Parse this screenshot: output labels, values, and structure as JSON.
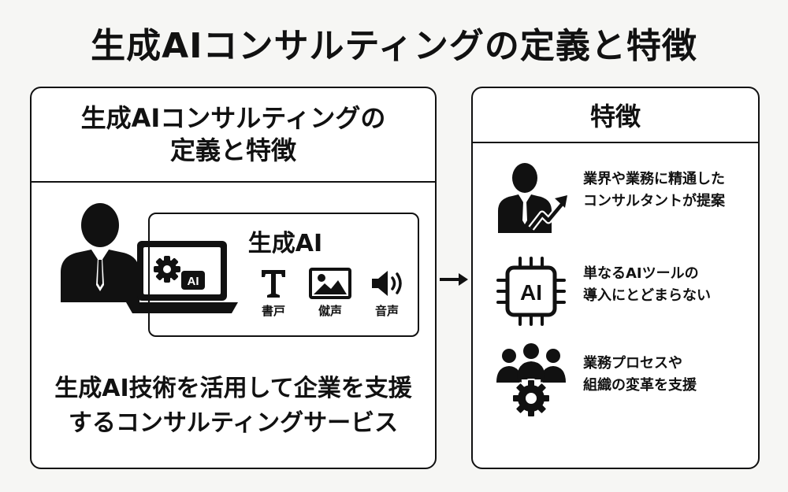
{
  "title": "生成AIコンサルティングの定義と特徴",
  "left_panel": {
    "header": "生成AIコンサルティングの\n定義と特徴",
    "genai_label": "生成AI",
    "laptop_chip": "AI",
    "modalities": [
      {
        "icon": "text-icon",
        "label": "書戸"
      },
      {
        "icon": "image-icon",
        "label": "僦声"
      },
      {
        "icon": "speaker-icon",
        "label": "音声"
      }
    ],
    "description": "生成AI技術を活用して企業を支援\nするコンサルティングサービス"
  },
  "right_panel": {
    "header": "特徴",
    "chip_label": "AI",
    "features": [
      {
        "icon": "consultant-growth-icon",
        "text": "業界や業務に精通した\nコンサルタントが提案"
      },
      {
        "icon": "ai-chip-icon",
        "text": "単なるAIツールの\n導入にとどまらない"
      },
      {
        "icon": "team-gear-icon",
        "text": "業務プロセスや\n組織の変革を支援"
      }
    ]
  },
  "colors": {
    "ink": "#111111",
    "background": "#f6f6f4",
    "panel": "#ffffff"
  }
}
